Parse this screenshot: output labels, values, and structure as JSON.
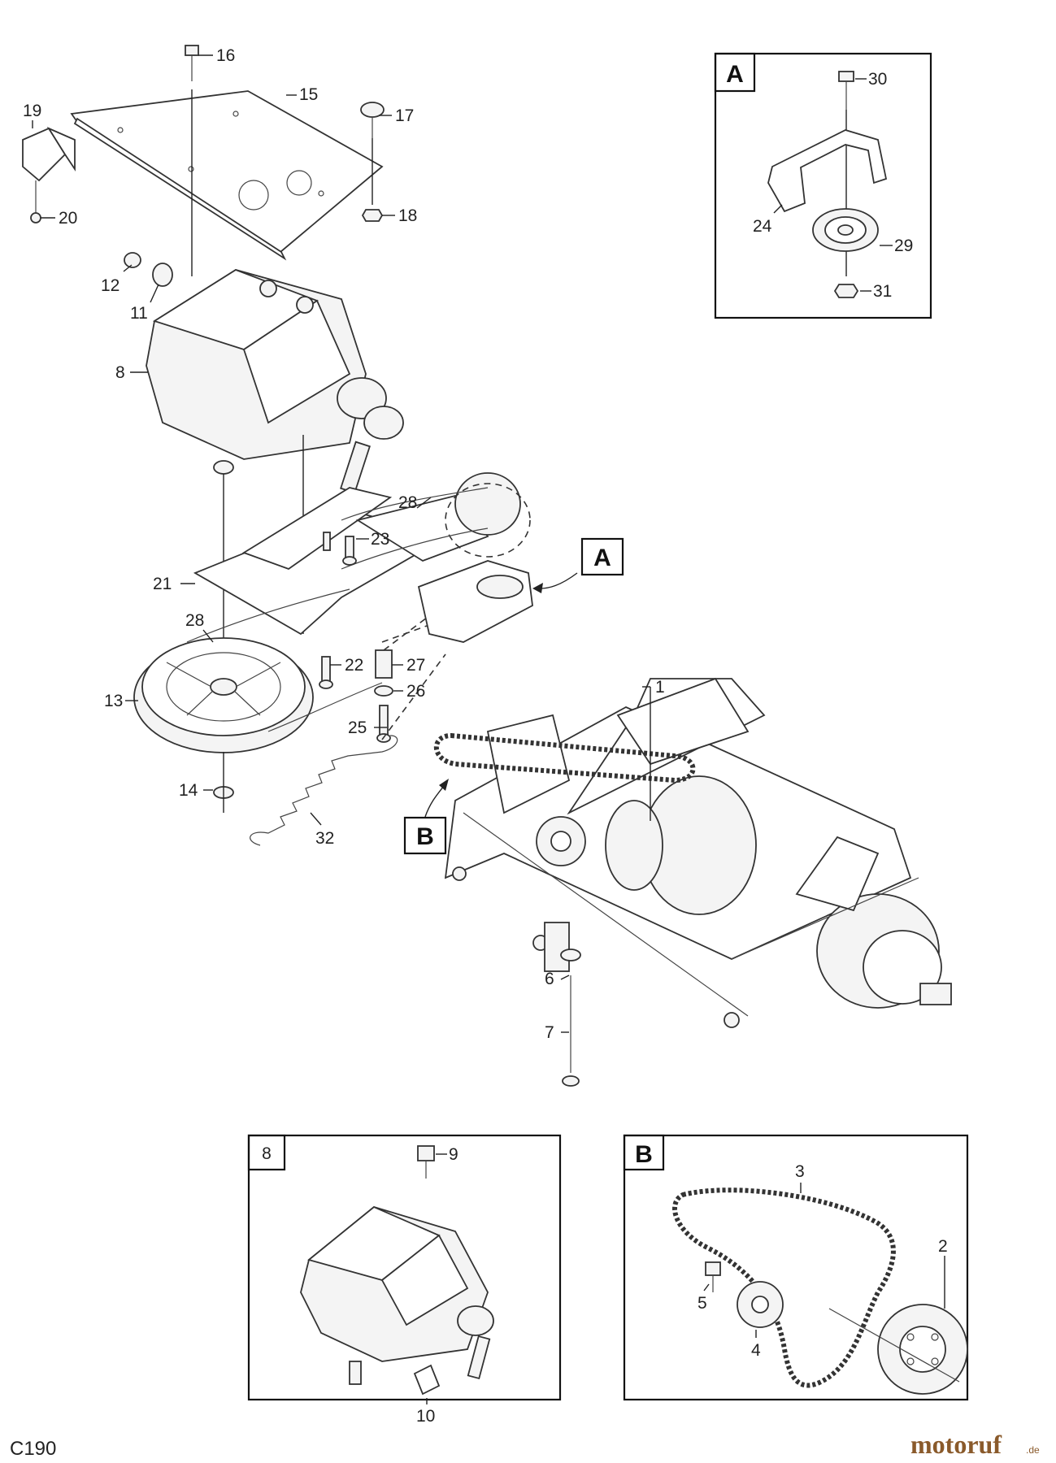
{
  "diagram_code": "C190",
  "watermark": {
    "brand": "motoruf",
    "suffix": ".de"
  },
  "inset_labels": {
    "a": "A",
    "b": "B",
    "eight": "8"
  },
  "callout_labels": {
    "a": "A",
    "b": "B"
  },
  "part_numbers": {
    "p1": "1",
    "p2": "2",
    "p3": "3",
    "p4": "4",
    "p5": "5",
    "p6": "6",
    "p7": "7",
    "p8": "8",
    "p9": "9",
    "p10": "10",
    "p11": "11",
    "p12": "12",
    "p13": "13",
    "p14": "14",
    "p15": "15",
    "p16": "16",
    "p17": "17",
    "p18": "18",
    "p19": "19",
    "p20": "20",
    "p21": "21",
    "p22": "22",
    "p23": "23",
    "p24": "24",
    "p25": "25",
    "p26": "26",
    "p27": "27",
    "p28a": "28",
    "p28b": "28",
    "p29": "29",
    "p30": "30",
    "p31": "31",
    "p32": "32"
  }
}
